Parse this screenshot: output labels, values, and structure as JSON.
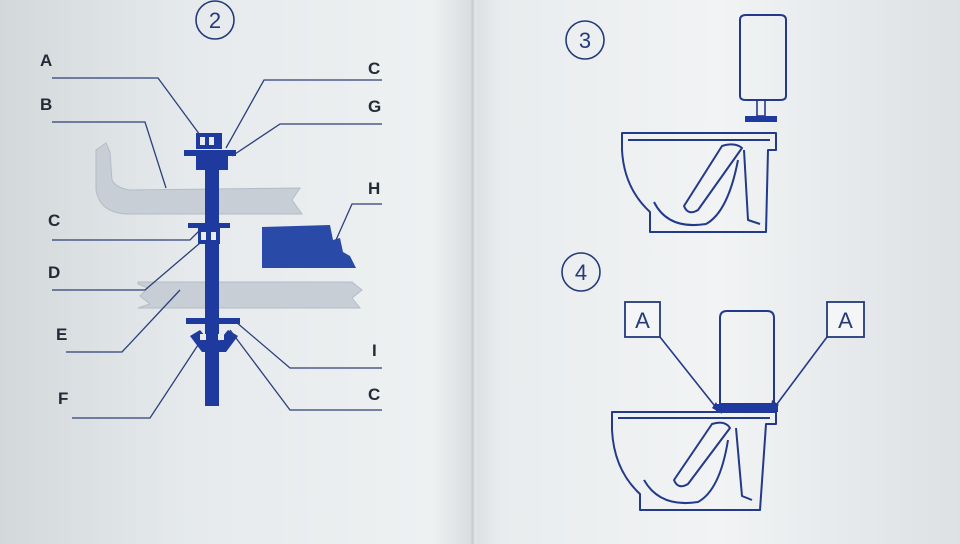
{
  "steps": {
    "two": "2",
    "three": "3",
    "four": "4"
  },
  "labels": {
    "a": "A",
    "b": "B",
    "c_left": "C",
    "d": "D",
    "e": "E",
    "f": "F",
    "c_top": "C",
    "g": "G",
    "h": "H",
    "i": "I",
    "c_bottom": "C"
  },
  "step4_labels": {
    "left": "A",
    "right": "A"
  },
  "colors": {
    "ink": "#23398a",
    "bolt": "#1f3a9e",
    "slab": "#c9d0d8",
    "label": "#222b36"
  }
}
